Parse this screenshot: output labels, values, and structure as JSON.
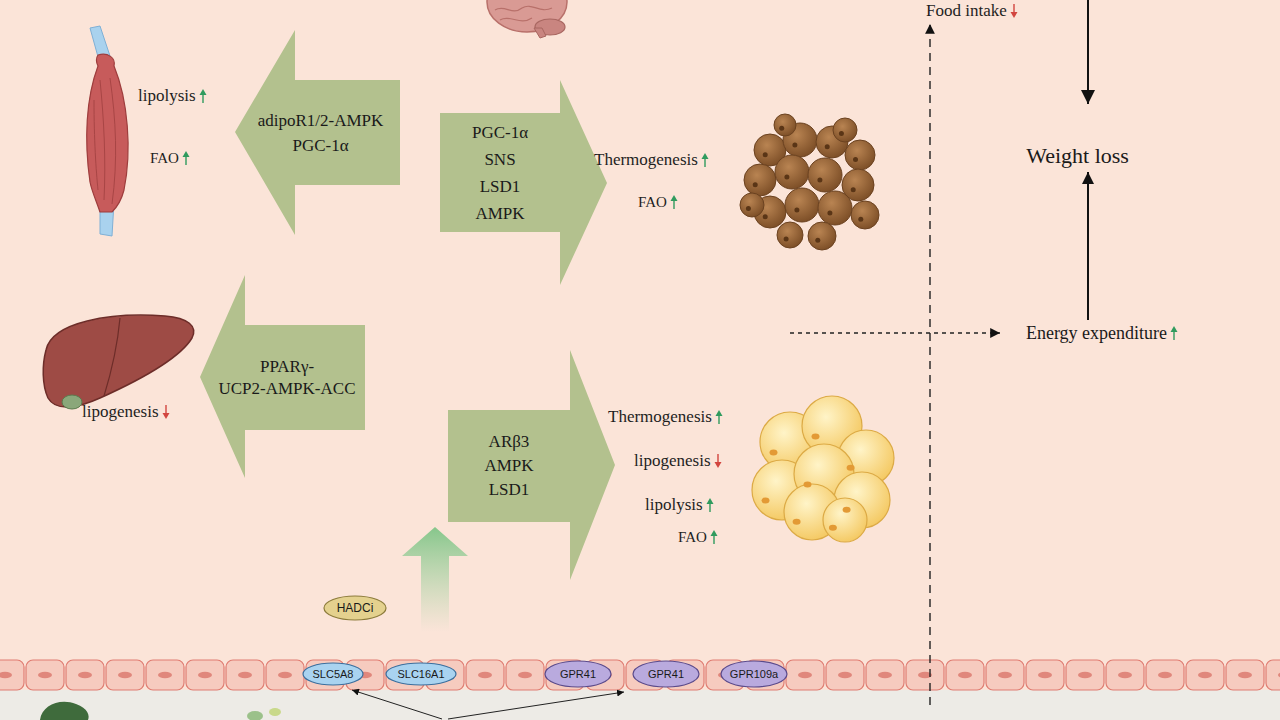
{
  "diagram": {
    "nodes": [
      {
        "text": [
          "adipoR1/2-AMPK",
          "PGC-1α"
        ]
      },
      {
        "text": [
          "PGC-1α",
          "SNS",
          "LSD1",
          "AMPK"
        ]
      },
      {
        "text": [
          "Weight loss"
        ]
      },
      {
        "text": [
          "Energy expenditure"
        ]
      },
      {
        "text": [
          "PPARγ- UCP2-AMPK-ACC"
        ]
      },
      {
        "text": [
          "ARβ3",
          "AMPK",
          "LSD1"
        ]
      },
      {
        "text": [
          "HADCi"
        ]
      },
      {
        "text": [
          "SLC5A8"
        ]
      },
      {
        "text": [
          "SLC16A1"
        ]
      },
      {
        "text": [
          "GPR41"
        ]
      },
      {
        "text": [
          "GPR41"
        ]
      },
      {
        "text": [
          "GPR109a"
        ]
      }
    ],
    "edges": [
      {
        "from": 3,
        "to": 2,
        "arrow": "to"
      }
    ],
    "labels": [
      "Food intake",
      "lipolysis",
      "FAO",
      "Thermogenesis",
      "FAO",
      "lipogenesis",
      "Thermogenesis",
      "lipogenesis",
      "lipolysis",
      "FAO"
    ]
  }
}
